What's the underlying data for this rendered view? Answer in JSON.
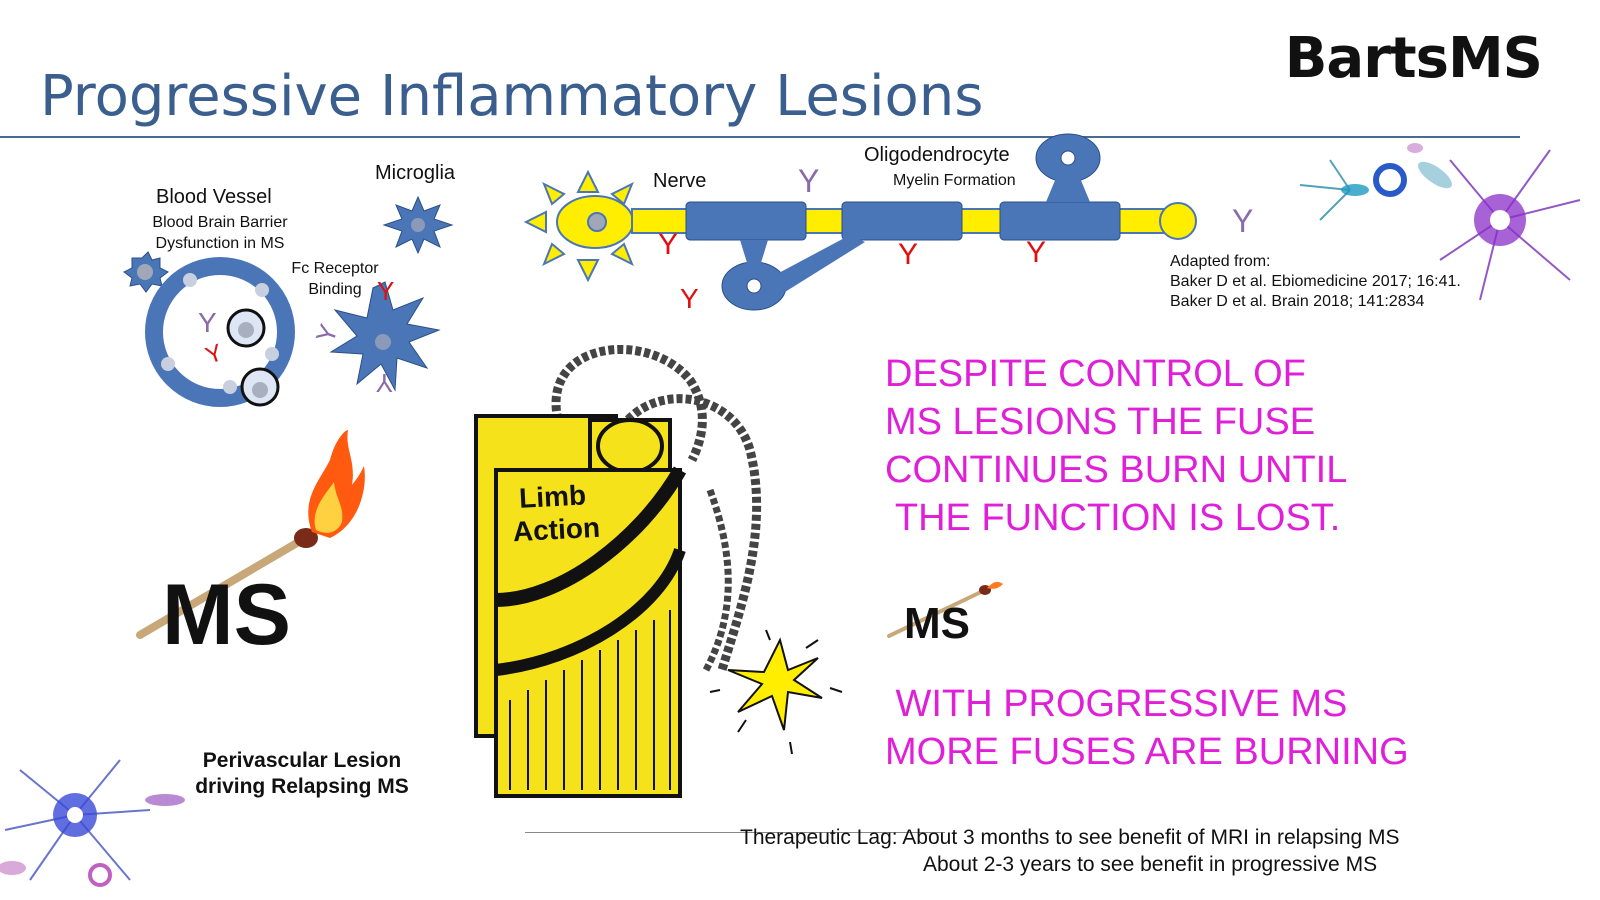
{
  "slide": {
    "title": "Progressive Inflammatory Lesions",
    "logo": "BartsMS"
  },
  "diagram": {
    "blood_vessel": {
      "title": "Blood Vessel",
      "subtitle_line1": "Blood Brain Barrier",
      "subtitle_line2": "Dysfunction in MS"
    },
    "microglia": "Microglia",
    "fc_receptor": {
      "line1": "Fc Receptor",
      "line2": "Binding"
    },
    "nerve": "Nerve",
    "oligodendrocyte": {
      "title": "Oligodendrocyte",
      "subtitle": "Myelin Formation"
    },
    "antibody_symbol": "Y",
    "citation": {
      "heading": "Adapted from:",
      "ref1": "Baker D et al. Ebiomedicine 2017; 16:41.",
      "ref2": "Baker D et al. Brain 2018; 141:2834"
    },
    "match_label_large": "MS",
    "match_label_small": "MS",
    "dynamite_label_line1": "Limb",
    "dynamite_label_line2": "Action",
    "perivascular_line1": "Perivascular Lesion",
    "perivascular_line2": "driving Relapsing MS"
  },
  "statements": {
    "fuse_lines": [
      "DESPITE CONTROL OF",
      "MS LESIONS THE FUSE",
      "CONTINUES BURN UNTIL",
      " THE FUNCTION IS LOST."
    ],
    "progressive_lines": [
      " WITH PROGRESSIVE MS",
      "MORE FUSES ARE BURNING"
    ]
  },
  "footer": {
    "lag_line1": "Therapeutic Lag: About 3 months to see benefit of MRI in relapsing MS",
    "lag_line2": "About 2-3 years to see benefit in progressive MS"
  },
  "colors": {
    "title": "#3a5f8f",
    "cell_blue": "#4a76b8",
    "myelin_yellow": "#ffee00",
    "antibody_red": "#e01010",
    "antibody_purple": "#8a6aa8",
    "statement_magenta": "#e020d8"
  }
}
